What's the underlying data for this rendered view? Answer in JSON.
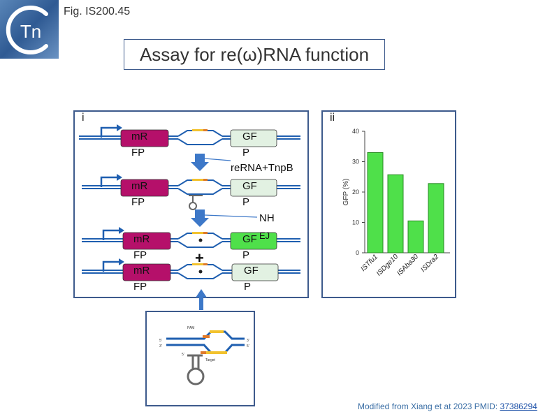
{
  "header": {
    "logo_text": "Tn",
    "fig_label": "Fig. IS200.45",
    "title": "Assay for re(ω)RNA function"
  },
  "panel_i": {
    "label": "i",
    "rows": [
      {
        "left_box": "mR",
        "left_sub": "FP",
        "right_box": "GF",
        "right_sub": "P"
      },
      {
        "left_box": "mR",
        "left_sub": "FP",
        "right_box": "GF",
        "right_sub": "P"
      },
      {
        "left_box": "mR",
        "left_sub": "FP",
        "right_box": "GF",
        "right_sub": "P"
      },
      {
        "left_box": "mR",
        "left_sub": "FP",
        "right_box": "GF",
        "right_sub": "P"
      }
    ],
    "arrow1_label": "reRNA+TnpB",
    "arrow2_label_a": "NH",
    "arrow2_label_b": "EJ",
    "plus": "+"
  },
  "panel_ii": {
    "label": "ii"
  },
  "chart_data": {
    "type": "bar",
    "categories": [
      "ISTfu1",
      "ISDge10",
      "ISAba30",
      "ISDra2"
    ],
    "values": [
      33,
      25.7,
      10.5,
      22.8
    ],
    "ylabel": "GFP (%)",
    "ylim": [
      0,
      40
    ],
    "yticks": [
      0,
      10,
      20,
      30,
      40
    ],
    "bar_color": "#4fe04a",
    "bar_edge": "#2a8a24"
  },
  "inset": {
    "pam": "PAM",
    "five_prime_top": "5'",
    "three_prime_top_left": "3'",
    "three_prime_top_right": "3'",
    "five_prime_bottom_right": "5'",
    "five_prime_rna": "5'",
    "target": "Target"
  },
  "footer": {
    "text": "Modified from Xiang et at 2023 PMID: ",
    "pmid": "37386294"
  },
  "colors": {
    "frame": "#3d5a8c",
    "dna": "#1f5fb0",
    "mrfp": "#b5106a",
    "gfp_off": "#e2f1e2",
    "gfp_on": "#4fe04a",
    "arrow": "#3d78c8"
  }
}
